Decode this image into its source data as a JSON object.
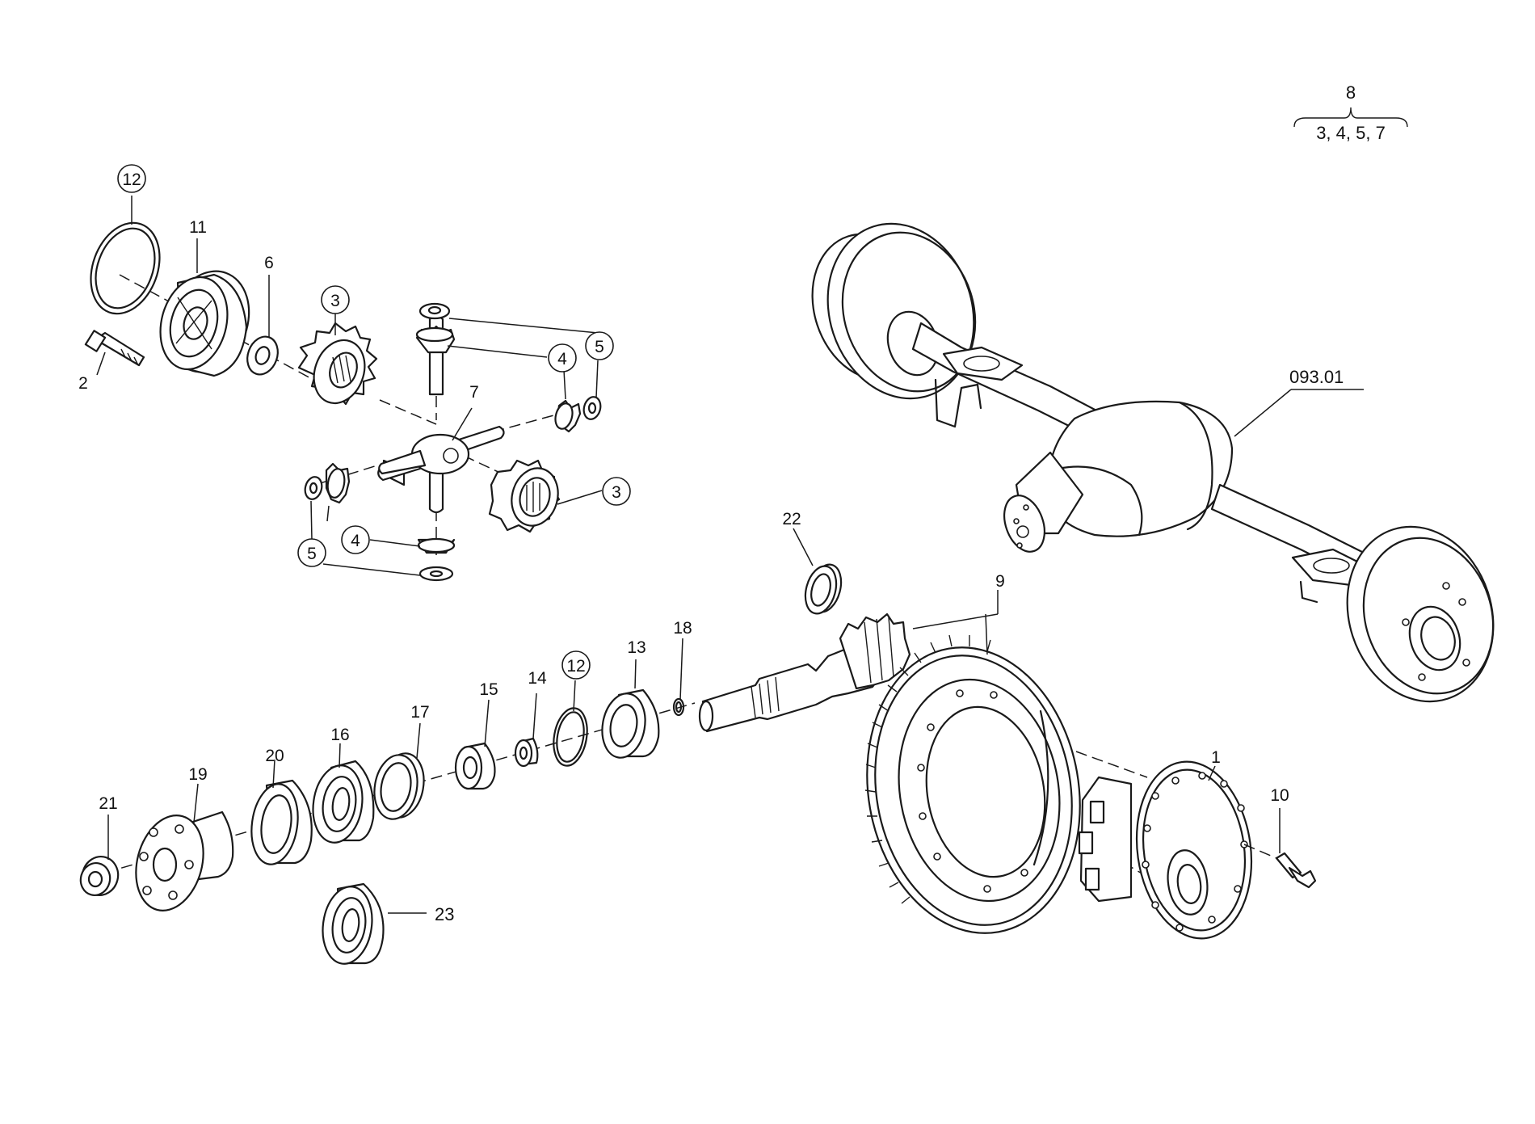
{
  "header": {
    "kit_number": "8",
    "kit_contents": "3, 4, 5, 7"
  },
  "assembly_ref": "093.01",
  "callouts": {
    "c1": "1",
    "c2": "2",
    "c3a": "3",
    "c3b": "3",
    "c4a": "4",
    "c4b": "4",
    "c5a": "5",
    "c5b": "5",
    "c6": "6",
    "c7": "7",
    "c9": "9",
    "c10": "10",
    "c11": "11",
    "c12a": "12",
    "c12b": "12",
    "c13": "13",
    "c14": "14",
    "c15": "15",
    "c16": "16",
    "c17": "17",
    "c18": "18",
    "c19": "19",
    "c20": "20",
    "c21": "21",
    "c22": "22",
    "c23": "23"
  }
}
